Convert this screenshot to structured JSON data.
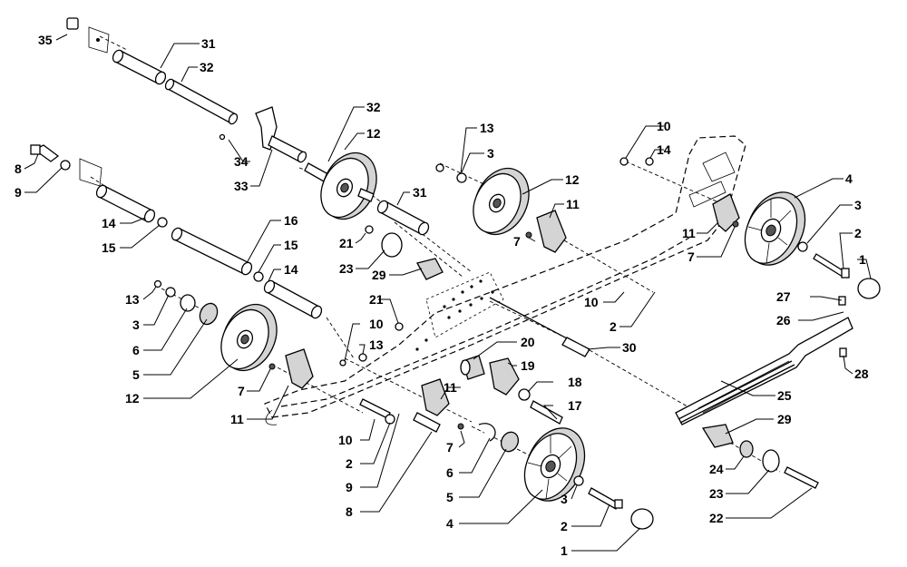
{
  "callouts": [
    {
      "id": "c35a",
      "label": "35"
    },
    {
      "id": "c31a",
      "label": "31"
    },
    {
      "id": "c32a",
      "label": "32"
    },
    {
      "id": "c32b",
      "label": "32"
    },
    {
      "id": "c12a",
      "label": "12"
    },
    {
      "id": "c34",
      "label": "34"
    },
    {
      "id": "c33",
      "label": "33"
    },
    {
      "id": "c8a",
      "label": "8"
    },
    {
      "id": "c9a",
      "label": "9"
    },
    {
      "id": "c14a",
      "label": "14"
    },
    {
      "id": "c15a",
      "label": "15"
    },
    {
      "id": "c16",
      "label": "16"
    },
    {
      "id": "c15b",
      "label": "15"
    },
    {
      "id": "c14b",
      "label": "14"
    },
    {
      "id": "c31b",
      "label": "31"
    },
    {
      "id": "c13a",
      "label": "13"
    },
    {
      "id": "c3a",
      "label": "3"
    },
    {
      "id": "c12b",
      "label": "12"
    },
    {
      "id": "c11a",
      "label": "11"
    },
    {
      "id": "c7a",
      "label": "7"
    },
    {
      "id": "c21a",
      "label": "21"
    },
    {
      "id": "c23a",
      "label": "23"
    },
    {
      "id": "c29a",
      "label": "29"
    },
    {
      "id": "c10a",
      "label": "10"
    },
    {
      "id": "c14c",
      "label": "14"
    },
    {
      "id": "c4a",
      "label": "4"
    },
    {
      "id": "c3b",
      "label": "3"
    },
    {
      "id": "c2a",
      "label": "2"
    },
    {
      "id": "c1a",
      "label": "1"
    },
    {
      "id": "c11b",
      "label": "11"
    },
    {
      "id": "c7b",
      "label": "7"
    },
    {
      "id": "c10b",
      "label": "10"
    },
    {
      "id": "c2b",
      "label": "2"
    },
    {
      "id": "c13b",
      "label": "13"
    },
    {
      "id": "c3c",
      "label": "3"
    },
    {
      "id": "c6a",
      "label": "6"
    },
    {
      "id": "c5a",
      "label": "5"
    },
    {
      "id": "c12c",
      "label": "12"
    },
    {
      "id": "c7c",
      "label": "7"
    },
    {
      "id": "c11c",
      "label": "11"
    },
    {
      "id": "c21b",
      "label": "21"
    },
    {
      "id": "c10c",
      "label": "10"
    },
    {
      "id": "c13c",
      "label": "13"
    },
    {
      "id": "c20",
      "label": "20"
    },
    {
      "id": "c30",
      "label": "30"
    },
    {
      "id": "c19",
      "label": "19"
    },
    {
      "id": "c18",
      "label": "18"
    },
    {
      "id": "c17",
      "label": "17"
    },
    {
      "id": "c27",
      "label": "27"
    },
    {
      "id": "c26",
      "label": "26"
    },
    {
      "id": "c28",
      "label": "28"
    },
    {
      "id": "c25",
      "label": "25"
    },
    {
      "id": "c11d",
      "label": "11"
    },
    {
      "id": "c10d",
      "label": "10"
    },
    {
      "id": "c2c",
      "label": "2"
    },
    {
      "id": "c9b",
      "label": "9"
    },
    {
      "id": "c8b",
      "label": "8"
    },
    {
      "id": "c7d",
      "label": "7"
    },
    {
      "id": "c6b",
      "label": "6"
    },
    {
      "id": "c5b",
      "label": "5"
    },
    {
      "id": "c4b",
      "label": "4"
    },
    {
      "id": "c3d",
      "label": "3"
    },
    {
      "id": "c2d",
      "label": "2"
    },
    {
      "id": "c1b",
      "label": "1"
    },
    {
      "id": "c29b",
      "label": "29"
    },
    {
      "id": "c24",
      "label": "24"
    },
    {
      "id": "c23b",
      "label": "23"
    },
    {
      "id": "c22",
      "label": "22"
    }
  ]
}
